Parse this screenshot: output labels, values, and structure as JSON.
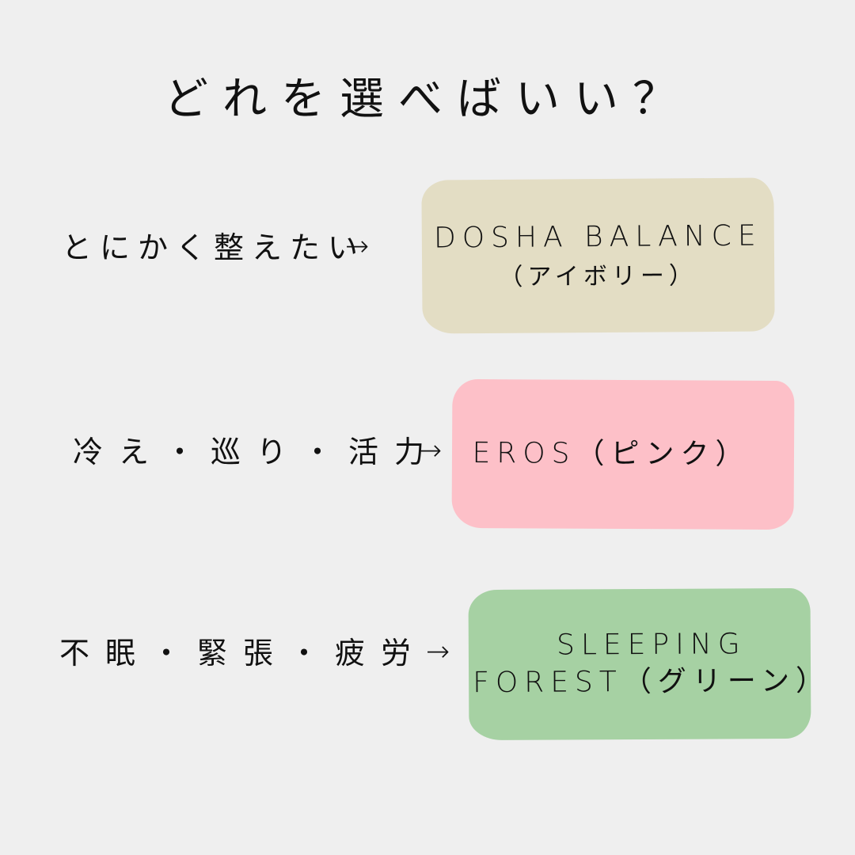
{
  "title": "どれを選べばいい？",
  "rows": [
    {
      "label": "とにかく整えたい",
      "arrow": "→",
      "card": {
        "lines": [
          "DOSHA BALANCE",
          "（アイボリー）"
        ],
        "color": "#e3ddc4"
      }
    },
    {
      "label": "冷え・巡り・活力",
      "arrow": "→",
      "card": {
        "lines": [
          "EROS（ピンク）"
        ],
        "color": "#fdc0c8"
      }
    },
    {
      "label": "不眠・緊張・疲労",
      "arrow": "→",
      "card": {
        "lines": [
          "SLEEPING",
          "FOREST（グリーン）"
        ],
        "color": "#a6d1a3"
      }
    }
  ],
  "colors": {
    "background": "#efefef",
    "text": "#111111"
  }
}
